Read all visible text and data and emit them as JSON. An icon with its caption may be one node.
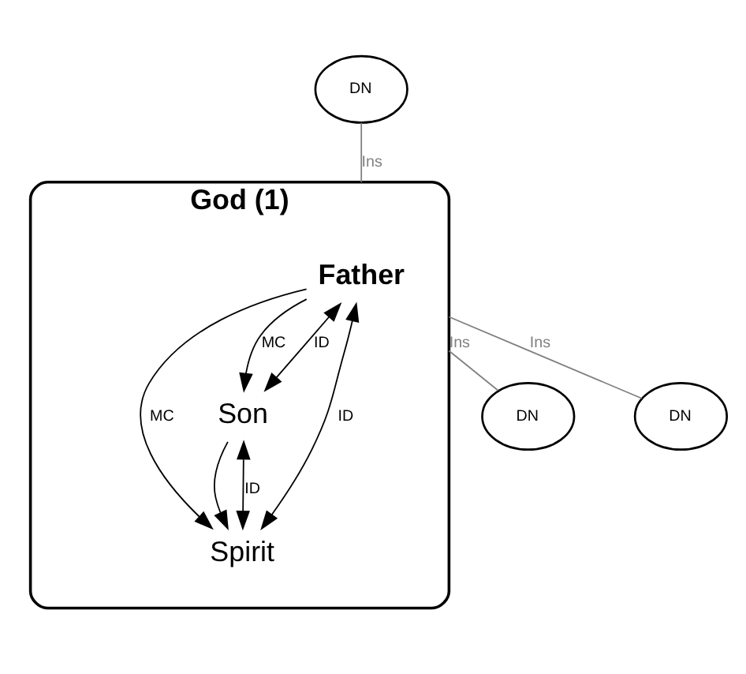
{
  "diagram": {
    "nodes": [
      {
        "text": [
          "DN"
        ]
      },
      {
        "text": [
          "God (1)"
        ]
      },
      {
        "text": [
          "Father"
        ],
        "in": 1
      },
      {
        "text": [
          "Son"
        ],
        "in": 1
      },
      {
        "text": [
          "Spirit"
        ],
        "in": 1
      },
      {
        "text": [
          "DN"
        ]
      },
      {
        "text": [
          "DN"
        ]
      }
    ],
    "edges": [
      {
        "from": 3,
        "to": 2,
        "arrow": "both",
        "label": "ID"
      },
      {
        "from": 2,
        "to": 3,
        "arrow": "to",
        "label": "MC"
      },
      {
        "from": 2,
        "to": 4,
        "arrow": "to",
        "label": "MC"
      },
      {
        "from": 3,
        "to": 4,
        "arrow": "to"
      },
      {
        "from": 2,
        "to": 4,
        "arrow": "both",
        "label": "ID"
      },
      {
        "from": 3,
        "to": 4,
        "arrow": "both",
        "label": "ID"
      },
      {
        "from": 0,
        "to": 1,
        "arrow": "none",
        "label": "Ins",
        "color": "#808080"
      },
      {
        "from": 1,
        "to": 5,
        "arrow": "none",
        "label": "Ins",
        "color": "#808080"
      },
      {
        "from": 1,
        "to": 6,
        "arrow": "none",
        "label": "Ins",
        "color": "#808080"
      }
    ]
  }
}
